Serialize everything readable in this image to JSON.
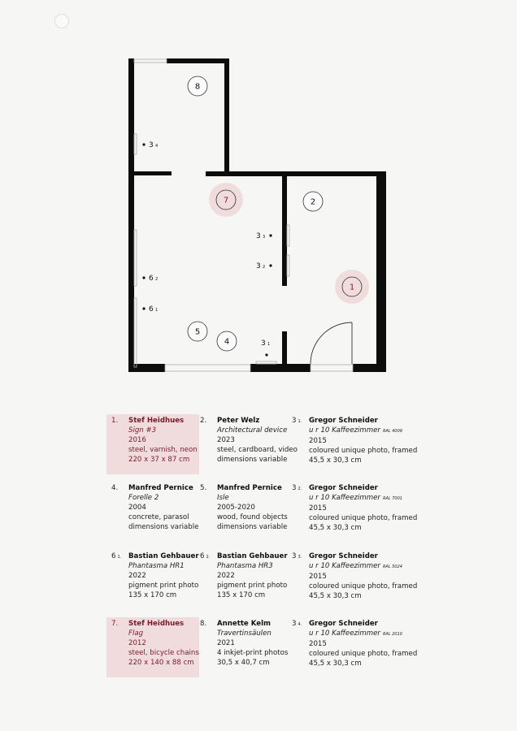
{
  "floorplan": {
    "markers": [
      {
        "label": "8",
        "highlighted": false
      },
      {
        "label": "7",
        "highlighted": true
      },
      {
        "label": "2",
        "highlighted": false
      },
      {
        "label": "1",
        "highlighted": true
      },
      {
        "label": "5",
        "highlighted": false
      },
      {
        "label": "4",
        "highlighted": false
      }
    ],
    "wall_labels": [
      {
        "num": "3",
        "sub": "4"
      },
      {
        "num": "3",
        "sub": "3"
      },
      {
        "num": "3",
        "sub": "2"
      },
      {
        "num": "6",
        "sub": "2"
      },
      {
        "num": "6",
        "sub": "1"
      },
      {
        "num": "3",
        "sub": "1"
      }
    ],
    "highlight_color": "#f1dcdd"
  },
  "works": [
    {
      "num": "1.",
      "sub": "",
      "artist": "Stef Heidhues",
      "title": "Sign #3",
      "ral": "",
      "year": "2016",
      "material": "steel, varnish, neon",
      "size": "220 x 37 x 87 cm",
      "highlighted": true
    },
    {
      "num": "2.",
      "sub": "",
      "artist": "Peter Welz",
      "title": "Architectural device",
      "ral": "",
      "year": "2023",
      "material": "steel, cardboard, video",
      "size": "dimensions variable",
      "highlighted": false
    },
    {
      "num": "3",
      "sub": "1.",
      "artist": "Gregor Schneider",
      "title": "u r 10 Kaffeezimmer",
      "ral": "RAL 4009",
      "year": "2015",
      "material": "coloured unique photo, framed",
      "size": "45,5 x 30,3 cm",
      "highlighted": false
    },
    {
      "num": "4.",
      "sub": "",
      "artist": "Manfred Pernice",
      "title": "Forelle 2",
      "ral": "",
      "year": "2004",
      "material": "concrete, parasol",
      "size": "dimensions variable",
      "highlighted": false
    },
    {
      "num": "5.",
      "sub": "",
      "artist": "Manfred Pernice",
      "title": "Isle",
      "ral": "",
      "year": "2005-2020",
      "material": "wood, found objects",
      "size": "dimensions variable",
      "highlighted": false
    },
    {
      "num": "3",
      "sub": "2.",
      "artist": "Gregor Schneider",
      "title": "u r 10 Kaffeezimmer",
      "ral": "RAL 7001",
      "year": "2015",
      "material": "coloured unique photo, framed",
      "size": "45,5 x 30,3 cm",
      "highlighted": false
    },
    {
      "num": "6",
      "sub": "1.",
      "artist": "Bastian Gehbauer",
      "title": "Phantasma HR1",
      "ral": "",
      "year": "2022",
      "material": "pigment print photo",
      "size": "135 x 170 cm",
      "highlighted": false
    },
    {
      "num": "6",
      "sub": "2.",
      "artist": "Bastian Gehbauer",
      "title": "Phantasma HR3",
      "ral": "",
      "year": "2022",
      "material": "pigment print photo",
      "size": "135 x 170 cm",
      "highlighted": false
    },
    {
      "num": "3",
      "sub": "3.",
      "artist": "Gregor Schneider",
      "title": "u r 10 Kaffeezimmer",
      "ral": "RAL 5024",
      "year": "2015",
      "material": "coloured unique photo, framed",
      "size": "45,5 x 30,3 cm",
      "highlighted": false
    },
    {
      "num": "7.",
      "sub": "",
      "artist": "Stef Heidhues",
      "title": "Flag",
      "ral": "",
      "year": "2012",
      "material": "steel, bicycle chains",
      "size": "220 x 140 x 88 cm",
      "highlighted": true
    },
    {
      "num": "8.",
      "sub": "",
      "artist": "Annette Kelm",
      "title": "Travertinsäulen",
      "ral": "",
      "year": "2021",
      "material": "4 inkjet-print photos",
      "size": "30,5 x 40,7 cm",
      "highlighted": false
    },
    {
      "num": "3",
      "sub": "4.",
      "artist": "Gregor Schneider",
      "title": "u r 10 Kaffeezimmer",
      "ral": "RAL 2010",
      "year": "2015",
      "material": "coloured unique photo, framed",
      "size": "45,5 x 30,3 cm",
      "highlighted": false
    }
  ]
}
